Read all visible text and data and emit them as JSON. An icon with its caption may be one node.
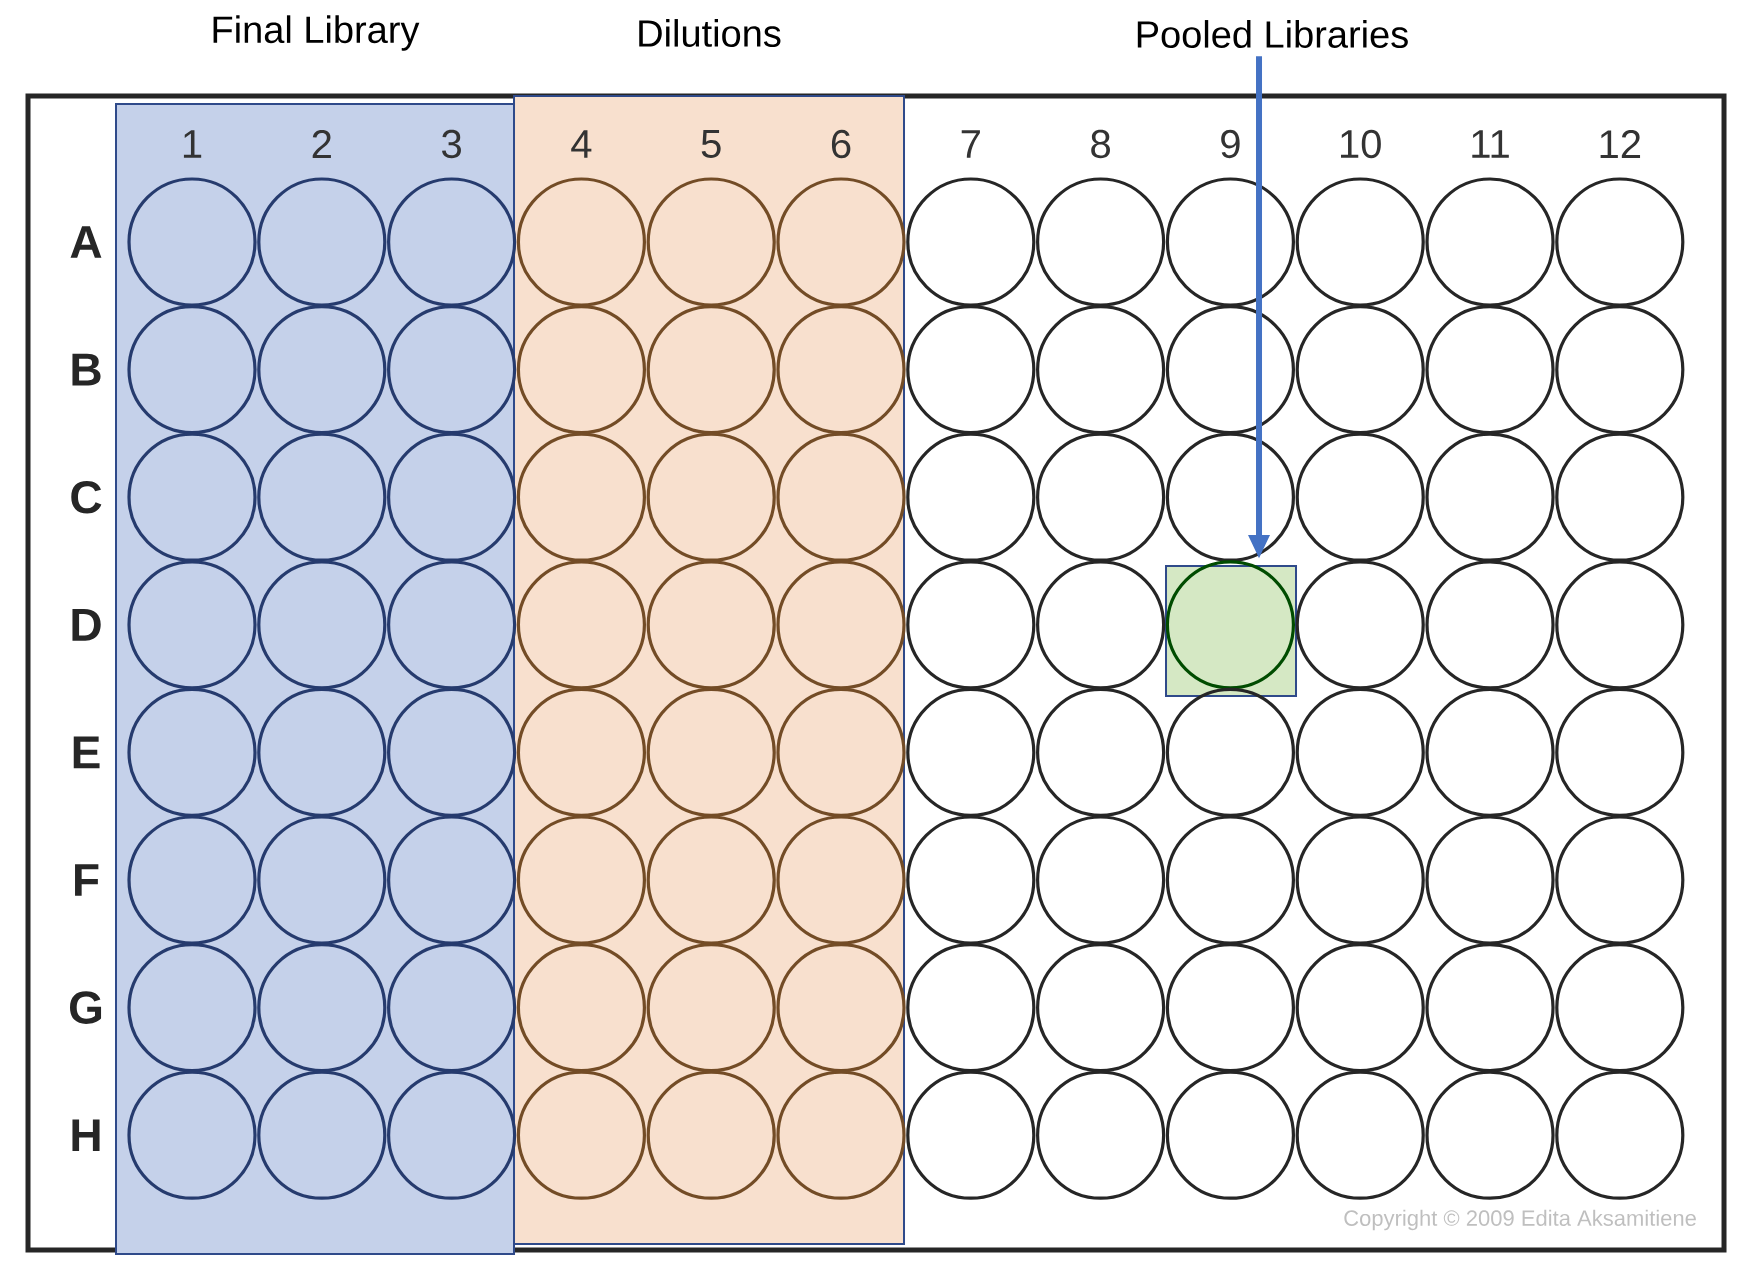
{
  "diagram": {
    "nodes": [
      {
        "text": [
          "Final Library"
        ]
      },
      {
        "text": [
          "Dilutions"
        ]
      },
      {
        "text": [
          "Pooled Libraries"
        ]
      },
      {
        "text": [],
        "shape": "box"
      }
    ],
    "edges": [
      {
        "from": 2,
        "to": 3,
        "arrow": "to"
      }
    ],
    "labels": [
      "1",
      "2",
      "3",
      "4",
      "5",
      "6",
      "7",
      "8",
      "9",
      "10",
      "11",
      "12",
      "A",
      "B",
      "C",
      "D",
      "E",
      "F",
      "G",
      "H",
      "Copyright © 2009 Edita Aksamitiene"
    ]
  }
}
